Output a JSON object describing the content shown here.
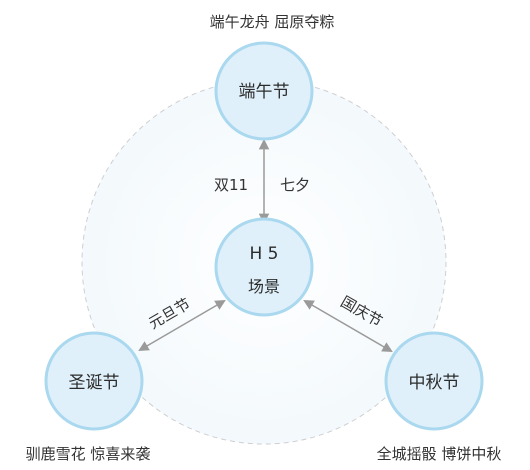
{
  "nodes": {
    "top": {
      "label": "端午节",
      "caption": "端午龙舟 屈原夺粽"
    },
    "center": {
      "line1": "H 5",
      "line2": "场景"
    },
    "left": {
      "label": "圣诞节",
      "caption": "驯鹿雪花 惊喜来袭"
    },
    "right": {
      "label": "中秋节",
      "caption": "全城摇骰 博饼中秋"
    }
  },
  "edges": {
    "top_left": "双11",
    "top_right": "七夕",
    "left": "元旦节",
    "right": "国庆节"
  },
  "colors": {
    "node_fill": "#dff0fa",
    "node_stroke": "#a9d8ef",
    "big_circle_stroke": "#cfcfcf",
    "big_circle_fill": "#f7fbfd",
    "arrow": "#9a9a9a"
  }
}
